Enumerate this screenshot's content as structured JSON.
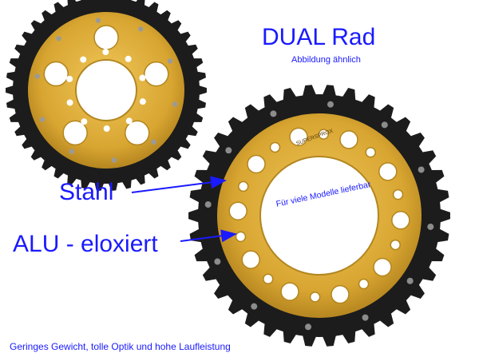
{
  "title": "DUAL Rad",
  "subtitle": "Abbildung ähnlich",
  "labels": {
    "steel": "Stahl",
    "alu": "ALU - eloxiert"
  },
  "center_note": "Für viele Modelle lieferbar",
  "footer": "Geringes Gewicht, tolle Optik  und hohe Laufleistung",
  "sprocket_brand": "SUPERSPROX",
  "colors": {
    "text": "#1a1aff",
    "steel": "#1c1c1c",
    "alu": "#d8a531",
    "alu_dark": "#b2861f"
  }
}
